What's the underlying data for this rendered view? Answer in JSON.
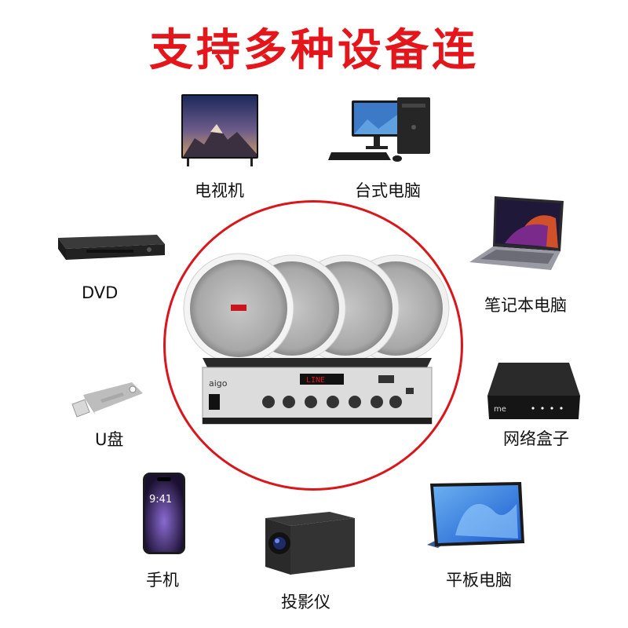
{
  "title": "支持多种设备连",
  "center": {
    "brand_logo": "aigo",
    "display_text": "LINE"
  },
  "devices": {
    "tv": "电视机",
    "desktop": "台式电脑",
    "dvd": "DVD",
    "laptop": "笔记本电脑",
    "usb": "U盘",
    "network_box": "网络盒子",
    "phone": "手机",
    "projector": "投影仪",
    "tablet": "平板电脑"
  },
  "colors": {
    "title": "#e4161b",
    "ring": "#d9161c"
  }
}
